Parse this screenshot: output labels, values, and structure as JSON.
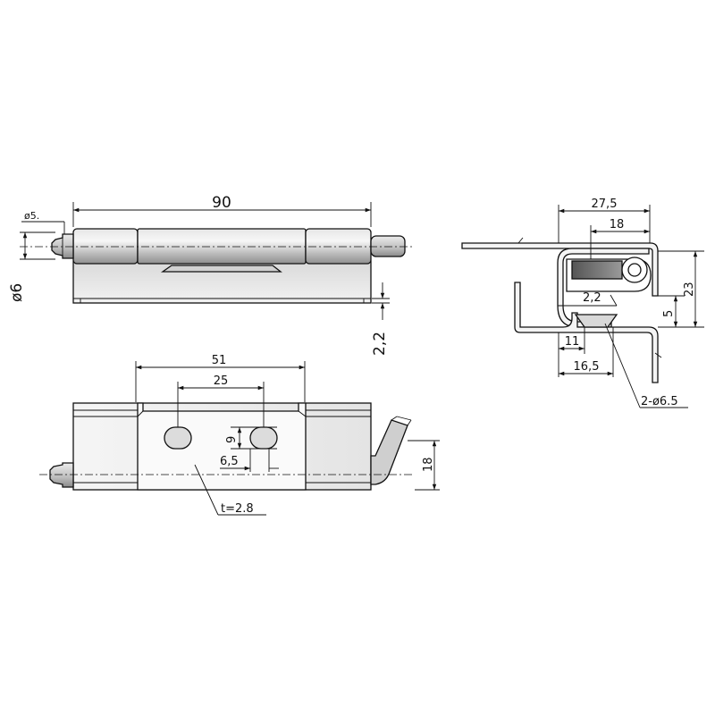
{
  "drawing": {
    "front_view": {
      "length": "90",
      "pin_dia": "ø5.",
      "barrel_dia": "ø6",
      "leaf_offset": "2,2"
    },
    "bottom_view": {
      "span": "51",
      "hole_pitch": "25",
      "slot_height": "9",
      "slot_width": "6,5",
      "lever_height": "18",
      "thickness": "t=2.8"
    },
    "side_view": {
      "overall_width": "27,5",
      "hole_pos": "18",
      "height": "23",
      "offset": "5",
      "gap": "2,2",
      "inner": "11",
      "base": "16,5",
      "holes": "2-ø6.5"
    }
  }
}
